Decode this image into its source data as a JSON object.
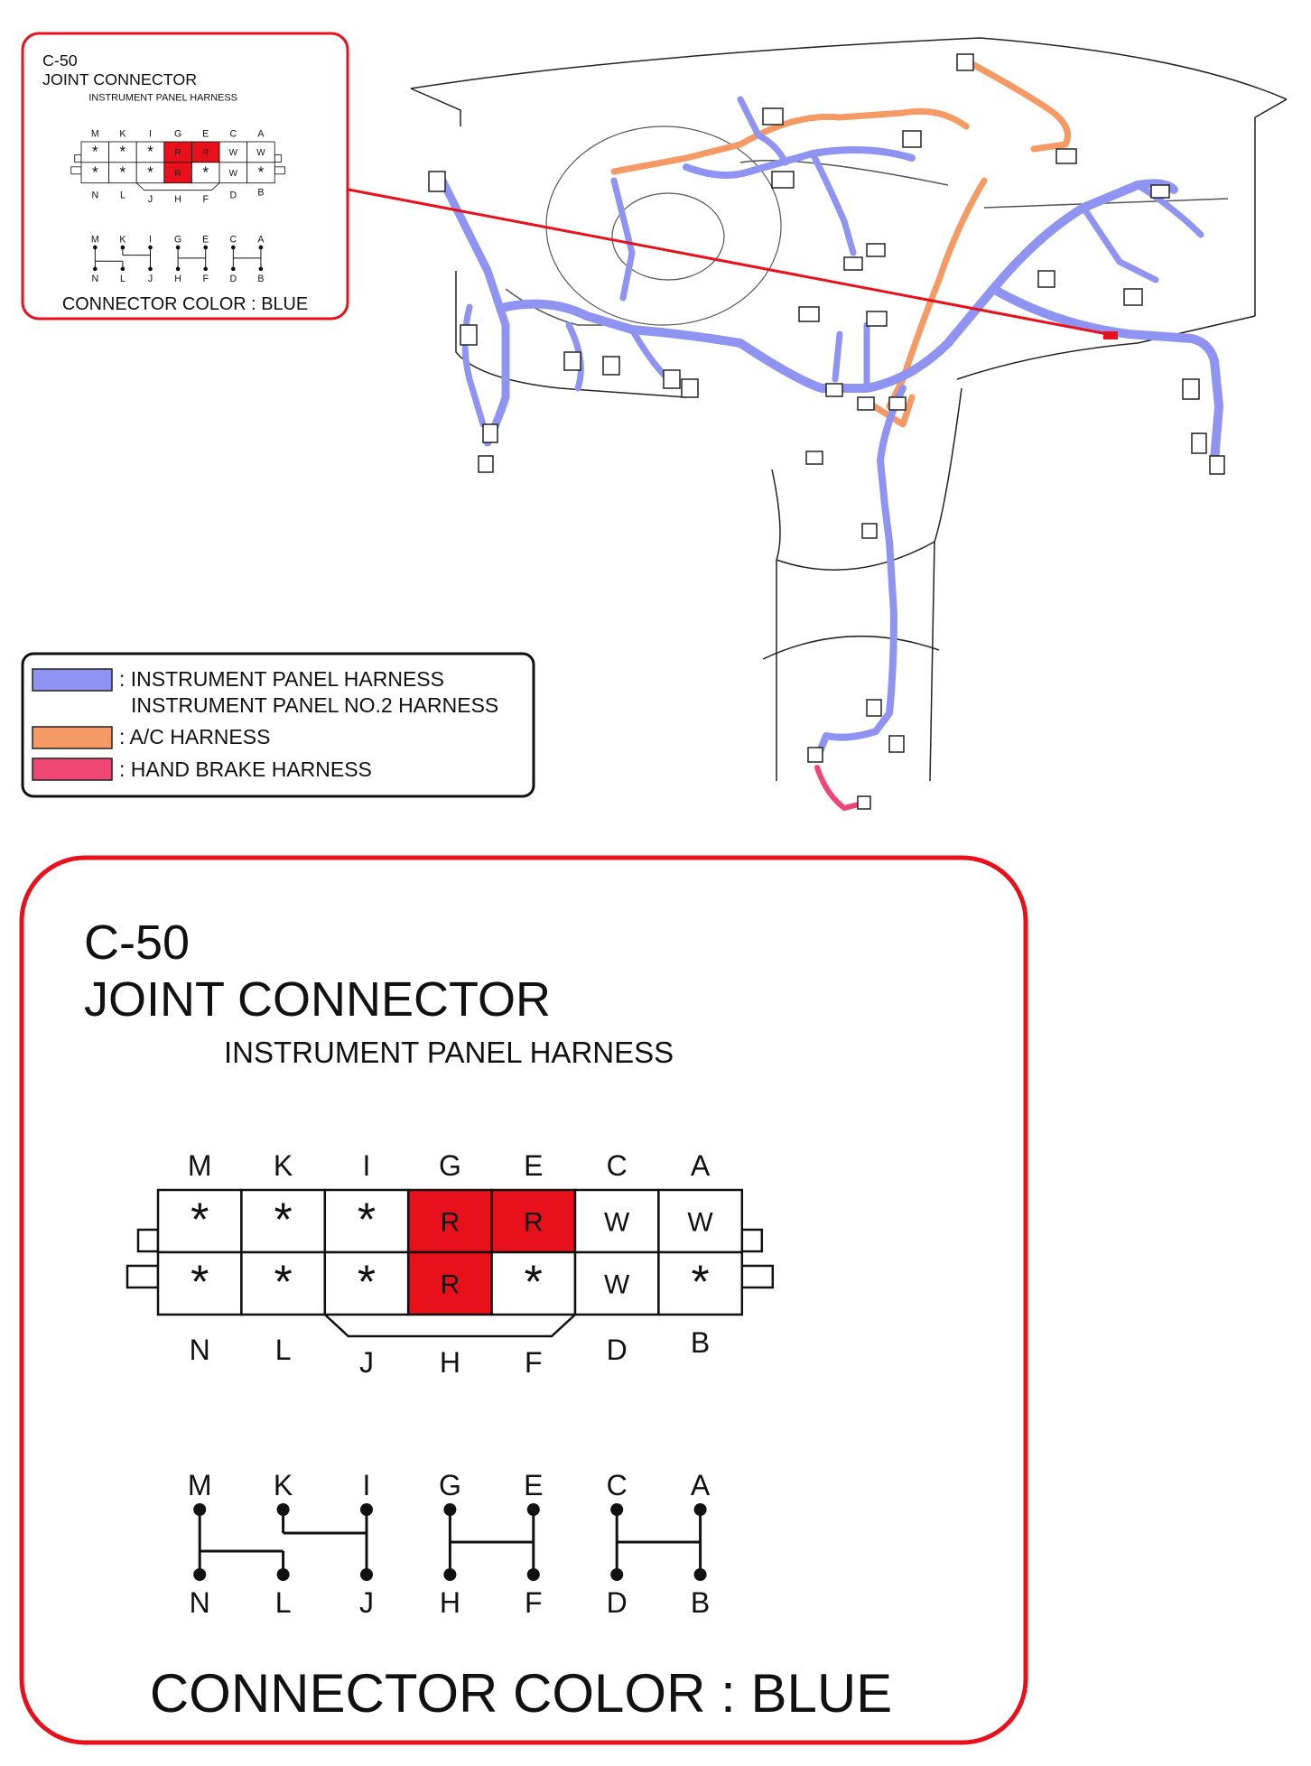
{
  "connector": {
    "code": "C-50",
    "name": "JOINT CONNECTOR",
    "harness": "INSTRUMENT PANEL HARNESS",
    "color_label": "CONNECTOR COLOR : BLUE",
    "top_letters": [
      "M",
      "K",
      "I",
      "G",
      "E",
      "C",
      "A"
    ],
    "bottom_letters": [
      "N",
      "L",
      "J",
      "H",
      "F",
      "D",
      "B"
    ],
    "top_row": [
      "*",
      "*",
      "*",
      "R",
      "R",
      "W",
      "W"
    ],
    "bottom_row": [
      "*",
      "*",
      "*",
      "R",
      "*",
      "W",
      "*"
    ],
    "red_fill": "#e8101a"
  },
  "legend": {
    "items": [
      {
        "lines": [
          ": INSTRUMENT PANEL HARNESS",
          "INSTRUMENT PANEL NO.2 HARNESS"
        ],
        "color": "#8f93f2"
      },
      {
        "lines": [
          ": A/C HARNESS"
        ],
        "color": "#f59a64"
      },
      {
        "lines": [
          ": HAND BRAKE HARNESS"
        ],
        "color": "#ef4675"
      }
    ]
  },
  "colors": {
    "frame": "#e8101a",
    "panel_harness": "#8f93f2",
    "ac_harness": "#f59a64",
    "brake_harness": "#ef4675"
  }
}
